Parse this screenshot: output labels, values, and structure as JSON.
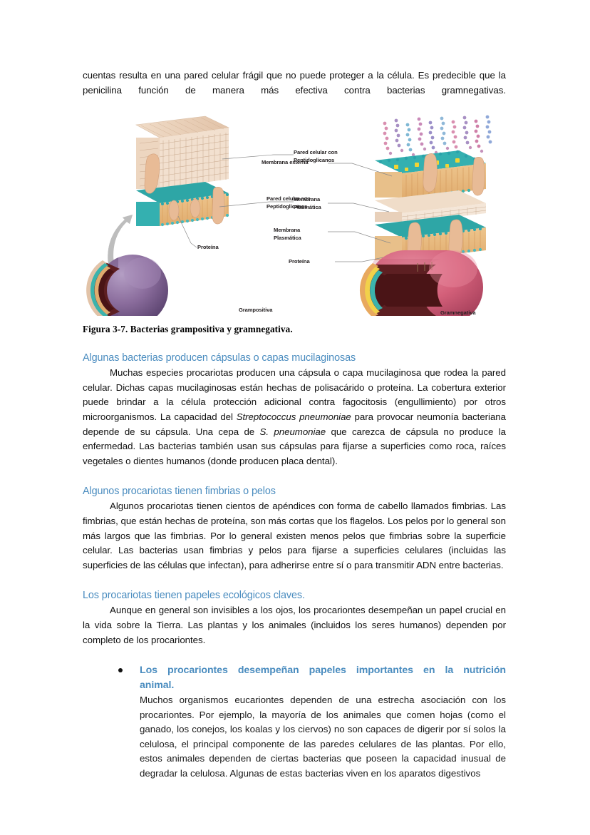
{
  "document": {
    "title": "Bacterias grampositiva y gramnegativa"
  },
  "top_paragraph": {
    "line1": "cuentas resulta en una pared celular frágil que no puede proteger a la célula. Es predecible que",
    "line2": "la penicilina función de manera más efectiva contra bacterias gramnegativas."
  },
  "figure": {
    "caption": "Figura 3-7. Bacterias grampositiva y gramnegativa.",
    "left": {
      "label_wall": "Pared celular con\nPeptidoglicanos",
      "label_membrane": "Membrana\nPlasmática",
      "label_protein": "Proteína",
      "label_cell": "Grampositiva",
      "cell_color": "#7d5f8f"
    },
    "right": {
      "label_outer_membrane": "Membrana externa",
      "label_wall": "Pared celular con\nPeptidoglicanos",
      "label_membrane": "Membrana\nPlasmática",
      "label_protein": "Proteína",
      "label_cell": "Gramnegativa",
      "cell_color": "#d4607a"
    },
    "colors": {
      "peptidoglycan": "#e8cdb5",
      "membrane_teal": "#2ea6a6",
      "lipid_tail": "#e8b878",
      "protein": "#e8bb96",
      "lps_pink": "#d98fb0",
      "lps_purple": "#a890c4",
      "lps_blue": "#7fb8d4",
      "arrow": "#b5b5b5",
      "leader_line": "#8a8a8a"
    }
  },
  "sections": [
    {
      "id": "capsulas",
      "heading": "Algunas bacterias producen cápsulas o capas mucilaginosas",
      "body_parts": [
        {
          "type": "text",
          "value": "Muchas especies procariotas producen una cápsula o capa mucilaginosa que rodea la pared celular. Dichas capas mucilaginosas están hechas de polisacárido o proteína. La cobertura exterior puede brindar a la célula protección adicional contra fagocitosis (engullimiento) por otros microorganismos. La capacidad del "
        },
        {
          "type": "italic",
          "value": "Streptococcus pneumoniae"
        },
        {
          "type": "text",
          "value": " para provocar neumonía bacteriana depende de su cápsula. Una cepa de "
        },
        {
          "type": "italic",
          "value": "S. pneumoniae"
        },
        {
          "type": "text",
          "value": " que carezca de cápsula no produce la enfermedad. Las bacterias también usan sus cápsulas para fijarse a superficies como roca, raíces vegetales o dientes humanos (donde producen placa dental)."
        }
      ]
    },
    {
      "id": "fimbrias",
      "heading": "Algunos procariotas tienen fimbrias o pelos",
      "body_parts": [
        {
          "type": "text",
          "value": "Algunos procariotas tienen cientos de apéndices con forma de cabello llamados fimbrias. Las fimbrias, que están hechas de proteína, son más cortas que los flagelos. Los pelos por lo general son más largos que las fimbrias. Por lo general existen menos pelos que fimbrias sobre la superficie celular. Las bacterias usan fimbrias y pelos para fijarse a superficies celulares (incluidas las superficies de las células que infectan), para adherirse entre sí o para transmitir ADN entre bacterias."
        }
      ]
    },
    {
      "id": "ecologicos",
      "heading": "Los procariotas tienen papeles ecológicos claves.",
      "body_parts": [
        {
          "type": "text",
          "value": "Aunque en general son invisibles a los ojos, los procariontes desempeñan un papel crucial en la vida sobre la Tierra. Las plantas y los animales (incluidos los seres humanos) dependen por completo de los procariontes."
        }
      ]
    }
  ],
  "bullet": {
    "heading_line1": "Los procariontes desempeñan papeles importantes en la nutrición",
    "heading_line2": "animal.",
    "body": "Muchos organismos eucariontes dependen de una estrecha asociación con los procariontes. Por ejemplo, la mayoría de los animales que comen hojas (como el ganado, los conejos, los koalas y los ciervos) no son capaces de digerir por sí solos la celulosa, el principal componente de las paredes celulares de las plantas. Por ello, estos animales dependen de ciertas bacterias que poseen la capacidad inusual de degradar la celulosa. Algunas de estas bacterias viven en los aparatos digestivos"
  },
  "theme": {
    "heading_blue": "#4a8cbf",
    "text_black": "#111111",
    "page_background": "#ffffff"
  }
}
